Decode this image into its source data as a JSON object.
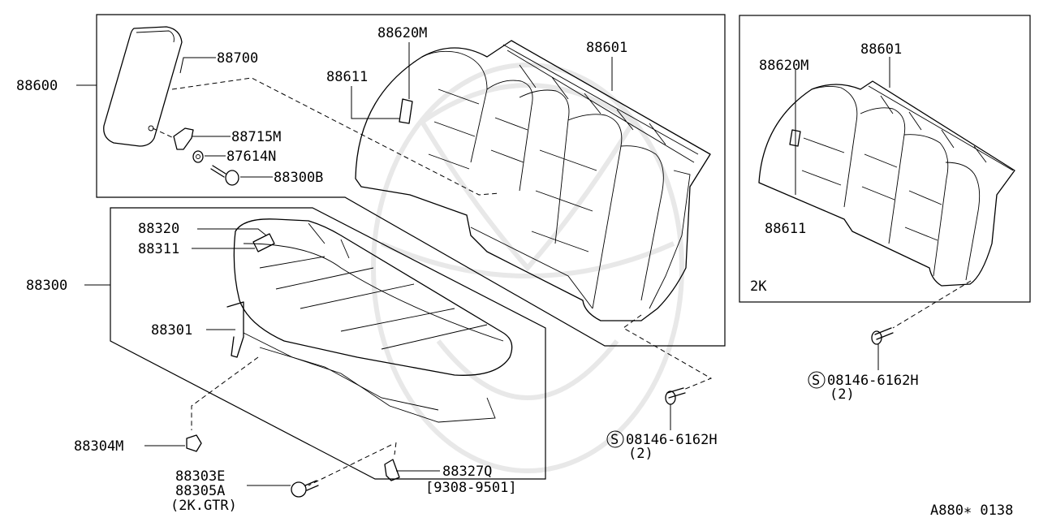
{
  "watermark": "parts-logo-watermark",
  "panels": {
    "main_upper": {
      "labels": [
        "88600",
        "88700",
        "88715M",
        "87614N",
        "88300B",
        "88620M",
        "88611",
        "88601"
      ]
    },
    "main_lower": {
      "labels": [
        "88320",
        "88311",
        "88300",
        "88301",
        "88304M",
        "88303E",
        "88305A",
        "(2K.GTR)",
        "88327Q",
        "[9308-9501]"
      ]
    },
    "variant": {
      "tag": "2K",
      "labels": [
        "88620M",
        "88601",
        "88611"
      ]
    }
  },
  "parts": {
    "p88600": "88600",
    "p88700": "88700",
    "p88715M": "88715M",
    "p87614N": "87614N",
    "p88300B": "88300B",
    "p88620M_main": "88620M",
    "p88611_main": "88611",
    "p88601_main": "88601",
    "p88320": "88320",
    "p88311": "88311",
    "p88300": "88300",
    "p88301": "88301",
    "p88304M": "88304M",
    "p88303E": "88303E",
    "p88305A": "88305A",
    "p2kgtr": "(2K.GTR)",
    "p88327Q": "88327Q",
    "p9308": "[9308-9501]",
    "bolt_main": "08146-6162H",
    "bolt_main_qty": "(2)",
    "bolt_var": "08146-6162H",
    "bolt_var_qty": "(2)",
    "bolt_symbol": "S",
    "p88620M_var": "88620M",
    "p88601_var": "88601",
    "p88611_var": "88611",
    "tag_2k": "2K",
    "ref_code": "A880∗ 0138"
  }
}
